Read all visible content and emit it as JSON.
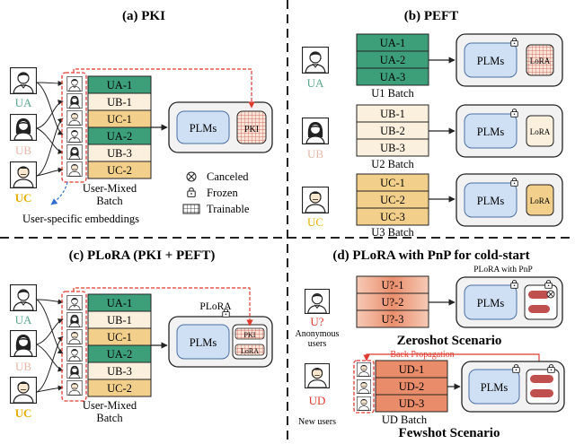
{
  "panels": {
    "a": {
      "title": "(a) PKI",
      "users": [
        "UA",
        "UB",
        "UC"
      ],
      "batch_rows": [
        "UA-1",
        "UB-1",
        "UC-1",
        "UA-2",
        "UB-3",
        "UC-2"
      ],
      "batch_caption": [
        "User-Mixed",
        "Batch"
      ],
      "plm_label": "PLMs",
      "module_label": "PKI",
      "embed_caption": "User-specific embeddings"
    },
    "b": {
      "title": "(b) PEFT",
      "groups": [
        {
          "user": "UA",
          "rows": [
            "UA-1",
            "UA-2",
            "UA-3"
          ],
          "caption": "U1 Batch",
          "plm": "PLMs",
          "module": "LoRA"
        },
        {
          "user": "UB",
          "rows": [
            "UB-1",
            "UB-2",
            "UB-3"
          ],
          "caption": "U2 Batch",
          "plm": "PLMs",
          "module": "LoRA"
        },
        {
          "user": "UC",
          "rows": [
            "UC-1",
            "UC-2",
            "UC-3"
          ],
          "caption": "U3 Batch",
          "plm": "PLMs",
          "module": "LoRA"
        }
      ]
    },
    "legend": {
      "items": [
        "Canceled",
        "Frozen",
        "Trainable"
      ]
    },
    "c": {
      "title": "(c)  PLoRA (PKI + PEFT)",
      "users": [
        "UA",
        "UB",
        "UC"
      ],
      "batch_rows": [
        "UA-1",
        "UB-1",
        "UC-1",
        "UA-2",
        "UB-3",
        "UC-2"
      ],
      "batch_caption": [
        "User-Mixed",
        "Batch"
      ],
      "plm_label": "PLMs",
      "box_title": "PLoRA",
      "module_top": "PKI",
      "module_bottom": "LoRA"
    },
    "d": {
      "title": "(d) PLoRA with PnP for cold-start",
      "zeroshot": {
        "user": "U?",
        "user_caption": [
          "Anonymous",
          "users"
        ],
        "rows": [
          "U?-1",
          "U?-2",
          "U?-3"
        ],
        "box_title": "PLoRA with PnP",
        "plm": "PLMs",
        "scenario": "Zeroshot Scenario"
      },
      "fewshot": {
        "user": "UD",
        "user_caption": "New users",
        "rows": [
          "UD-1",
          "UD-2",
          "UD-3"
        ],
        "caption": "UD Batch",
        "backprop": "Back Propagation",
        "plm": "PLMs",
        "scenario": "Fewshot Scenario"
      }
    }
  },
  "colors": {
    "ua": "#5aa88f",
    "ub": "#e8b8a8",
    "uc": "#e8b000",
    "green": "#3d9e7a",
    "cream": "#fbf0dd",
    "gold": "#f2cf8a",
    "red": "#e03b2f",
    "blue": "#2f6fd0"
  }
}
